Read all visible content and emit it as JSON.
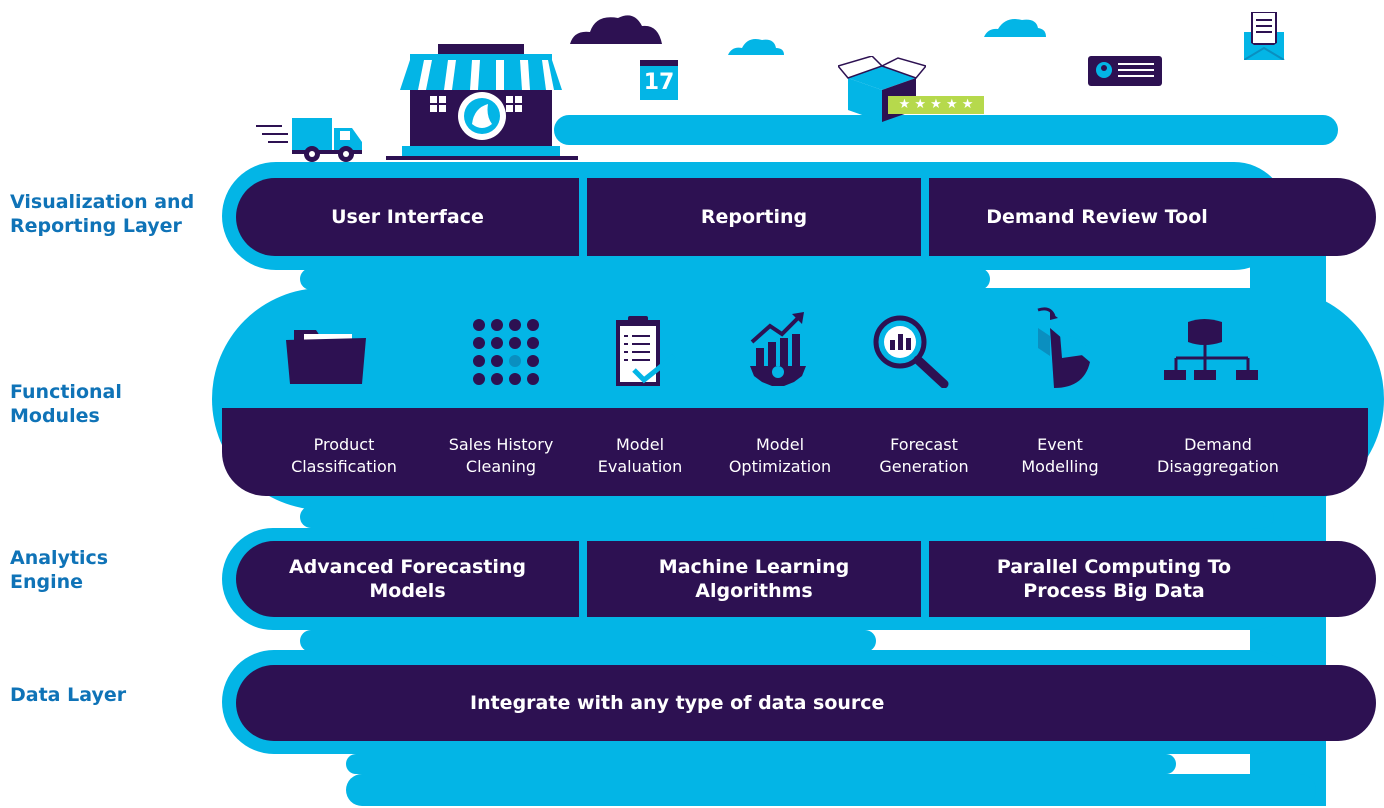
{
  "layers": {
    "visualization": {
      "label_line1": "Visualization and",
      "label_line2": "Reporting Layer",
      "items": [
        "User Interface",
        "Reporting",
        "Demand Review Tool"
      ]
    },
    "functional": {
      "label_line1": "Functional",
      "label_line2": "Modules",
      "modules": [
        {
          "line1": "Product",
          "line2": "Classification",
          "icon": "folder-icon"
        },
        {
          "line1": "Sales History",
          "line2": "Cleaning",
          "icon": "dot-grid-icon"
        },
        {
          "line1": "Model",
          "line2": "Evaluation",
          "icon": "clipboard-check-icon"
        },
        {
          "line1": "Model",
          "line2": "Optimization",
          "icon": "chart-gear-icon"
        },
        {
          "line1": "Forecast",
          "line2": "Generation",
          "icon": "magnifier-chart-icon"
        },
        {
          "line1": "Event",
          "line2": "Modelling",
          "icon": "pie-cube-icon"
        },
        {
          "line1": "Demand",
          "line2": "Disaggregation",
          "icon": "hierarchy-icon"
        }
      ]
    },
    "analytics": {
      "label_line1": "Analytics",
      "label_line2": "Engine",
      "items": [
        {
          "line1": "Advanced Forecasting",
          "line2": "Models"
        },
        {
          "line1": "Machine Learning",
          "line2": "Algorithms"
        },
        {
          "line1": "Parallel Computing To",
          "line2": "Process Big Data"
        }
      ]
    },
    "data": {
      "label": "Data Layer",
      "text": "Integrate with any type of data source"
    }
  },
  "illustration": {
    "calendar_day": "17",
    "rating_stars": "★ ★ ★ ★ ★"
  },
  "colors": {
    "cyan": "#03b5e6",
    "dark_purple": "#2d1152",
    "label_blue": "#0f73b7"
  }
}
